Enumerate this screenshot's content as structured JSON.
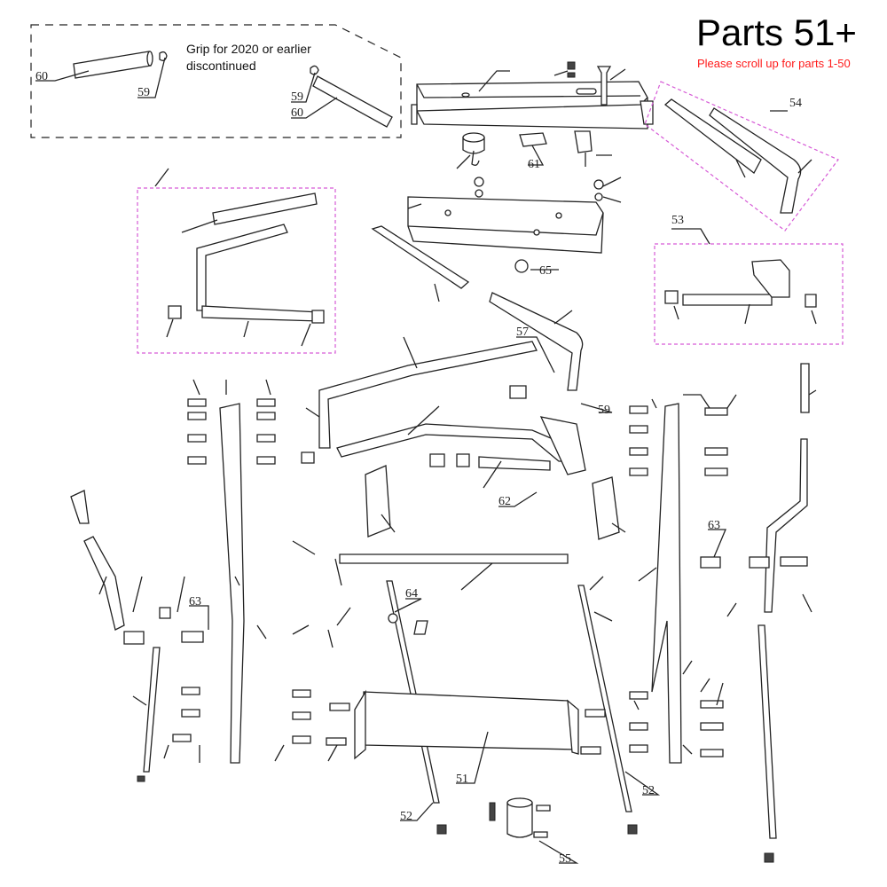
{
  "header": {
    "title": "Parts 51+",
    "subtitle": "Please scroll up for parts 1-50"
  },
  "inset_note": "Grip for 2020 or earlier discontinued",
  "labels": {
    "grip_60_a": "60",
    "grip_59_a": "59",
    "grip_59_b": "59",
    "grip_60_b": "60",
    "p61": "61",
    "p54": "54",
    "p53": "53",
    "p65": "65",
    "p57": "57",
    "p59": "59",
    "p62": "62",
    "p63_right": "63",
    "p63_left": "63",
    "p64": "64",
    "p51": "51",
    "p52_right": "52",
    "p52_left": "52",
    "p55": "55"
  },
  "colors": {
    "subtitle": "#ff1a1a",
    "callout_box": "#d65ad6"
  }
}
